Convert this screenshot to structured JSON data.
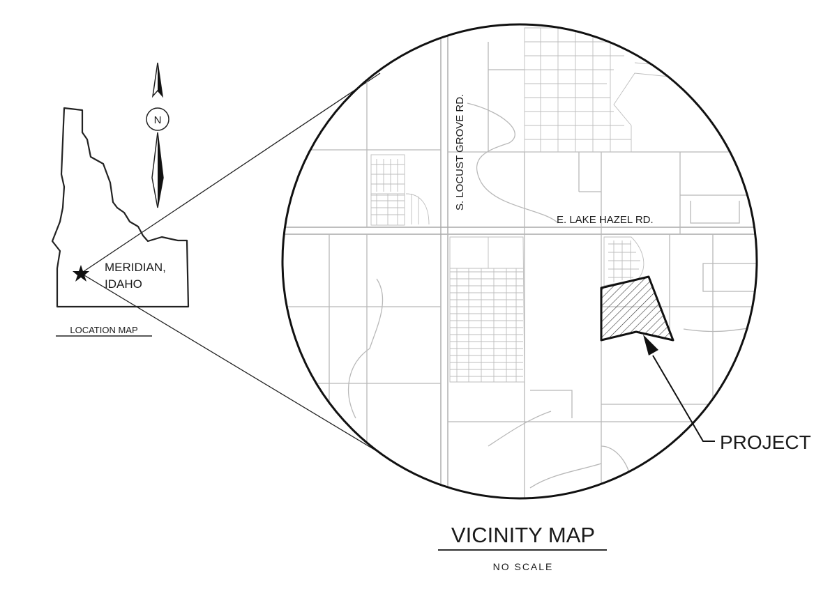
{
  "title": "VICINITY MAP",
  "scale_note": "NO SCALE",
  "location_map": {
    "label": "LOCATION MAP",
    "city_label_line1": "MERIDIAN,",
    "city_label_line2": "IDAHO"
  },
  "north_arrow": {
    "letter": "N"
  },
  "roads": {
    "north_south": "S. LOCUST GROVE RD.",
    "east_west": "E. LAKE HAZEL RD."
  },
  "project_label": "PROJECT",
  "icons": [
    "north-arrow-icon",
    "star-icon",
    "project-arrow-icon"
  ],
  "colors": {
    "ink": "#1a1a1a",
    "road_gray": "#b8b8b8",
    "project_hatch": "#333333"
  }
}
